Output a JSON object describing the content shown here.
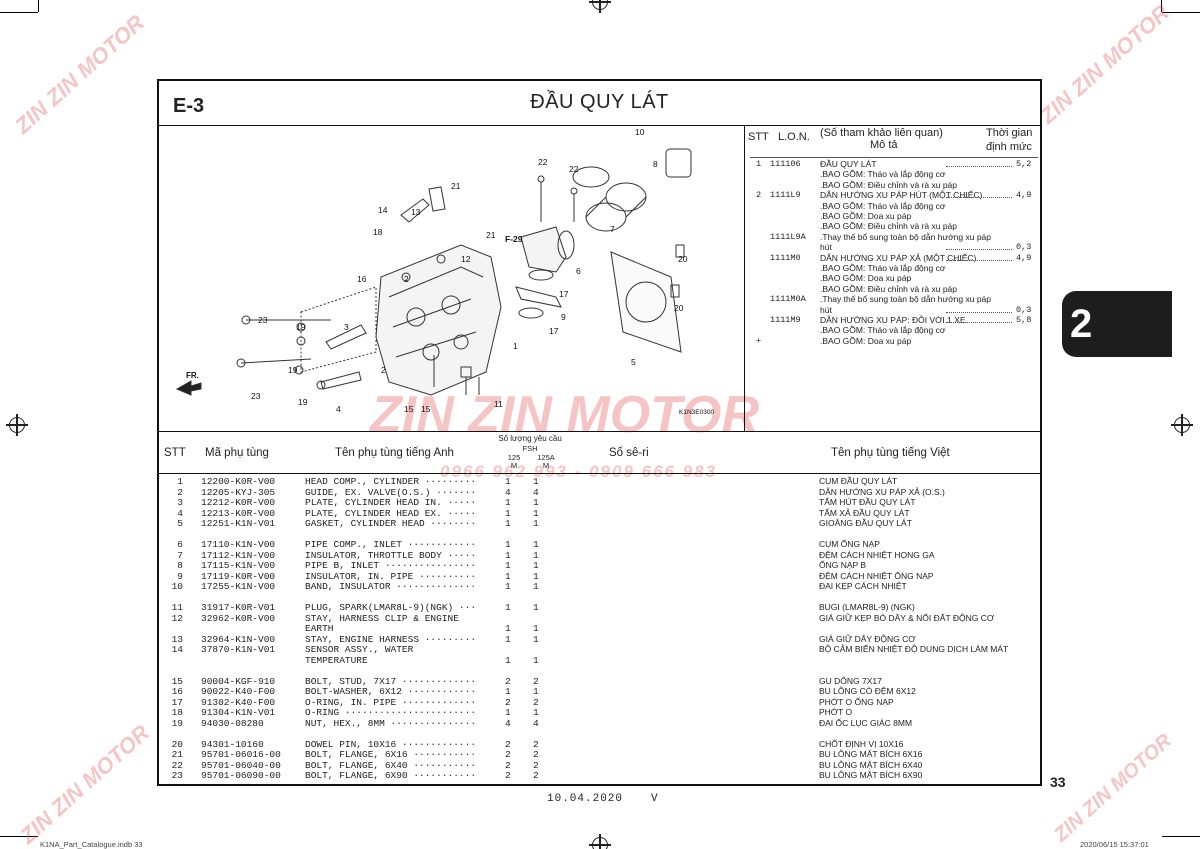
{
  "header": {
    "code": "E-3",
    "title": "ĐẦU QUY LÁT"
  },
  "tab_number": "2",
  "page_number": "33",
  "diagram": {
    "callouts": [
      "1",
      "2",
      "3",
      "4",
      "5",
      "6",
      "7",
      "8",
      "10",
      "11",
      "12",
      "13",
      "14",
      "15",
      "16",
      "17",
      "17",
      "18",
      "19",
      "19",
      "19",
      "20",
      "20",
      "21",
      "21",
      "22",
      "22",
      "23",
      "23",
      "F-29"
    ],
    "fr_label": "FR.",
    "image_code": "K1N3E0300"
  },
  "reference": {
    "headers": {
      "stt": "STT",
      "lon": "L.O.N.",
      "desc_line1": "(Số tham khảo liên quan)",
      "desc_line2": "Mô tả",
      "time_line1": "Thời gian",
      "time_line2": "định mức"
    },
    "rows": [
      {
        "stt": "1",
        "code": "111106",
        "desc": "ĐẦU QUY LÁT",
        "leader": true,
        "time": "5,2"
      },
      {
        "stt": "",
        "code": "",
        "desc": ".BAO GỒM: Tháo và lắp động cơ",
        "leader": false,
        "time": ""
      },
      {
        "stt": "",
        "code": "",
        "desc": ".BAO GỒM: Điều chỉnh và rà xu páp",
        "leader": false,
        "time": ""
      },
      {
        "stt": "2",
        "code": "1111L9",
        "desc": "DẪN HƯỚNG XU PÁP HÚT (MỘT CHIẾC)",
        "leader": true,
        "time": "4,9"
      },
      {
        "stt": "",
        "code": "",
        "desc": ".BAO GỒM: Tháo và lắp động cơ",
        "leader": false,
        "time": ""
      },
      {
        "stt": "",
        "code": "",
        "desc": ".BAO GỒM: Doa xu páp",
        "leader": false,
        "time": ""
      },
      {
        "stt": "",
        "code": "",
        "desc": ".BAO GỒM: Điều chỉnh và rà xu páp",
        "leader": false,
        "time": ""
      },
      {
        "stt": "",
        "code": "1111L9A",
        "desc": ".Thay thế bổ sung toàn bộ dẫn hướng xu páp",
        "leader": false,
        "time": ""
      },
      {
        "stt": "",
        "code": "",
        "desc": "hút",
        "leader": true,
        "time": "0,3"
      },
      {
        "stt": "",
        "code": "1111M0",
        "desc": "DẪN HƯỚNG XU PÁP XẢ (MỘT CHIẾC)",
        "leader": true,
        "time": "4,9"
      },
      {
        "stt": "",
        "code": "",
        "desc": ".BAO GỒM: Tháo và lắp động cơ",
        "leader": false,
        "time": ""
      },
      {
        "stt": "",
        "code": "",
        "desc": ".BAO GỒM: Doa xu páp",
        "leader": false,
        "time": ""
      },
      {
        "stt": "",
        "code": "",
        "desc": ".BAO GỒM: Điều chỉnh và rà xu páp",
        "leader": false,
        "time": ""
      },
      {
        "stt": "",
        "code": "1111M0A",
        "desc": ".Thay thế bổ sung toàn bộ dẫn hướng xu páp",
        "leader": false,
        "time": ""
      },
      {
        "stt": "",
        "code": "",
        "desc": "hút",
        "leader": true,
        "time": "0,3"
      },
      {
        "stt": "",
        "code": "1111M9",
        "desc": "DẪN HƯỚNG XU PÁP: ĐÔI VỚI 1 XE",
        "leader": true,
        "time": "5,8"
      },
      {
        "stt": "",
        "code": "",
        "desc": ".BAO GỒM: Tháo và lắp động cơ",
        "leader": false,
        "time": ""
      },
      {
        "stt": "+",
        "code": "",
        "desc": ".BAO GỒM: Doa xu páp",
        "leader": false,
        "time": ""
      }
    ]
  },
  "parts_table": {
    "headers": {
      "stt": "STT",
      "part_no": "Mã phụ tùng",
      "name_en": "Tên phụ tùng tiếng Anh",
      "qty_title": "Số lượng yêu cầu",
      "qty_model": "FSH",
      "qty_col1": "125",
      "qty_col1_sub": "M",
      "qty_col2": "125A",
      "qty_col2_sub": "M",
      "serial": "Số sê-ri",
      "name_vn": "Tên phụ tùng tiếng Việt"
    },
    "rows": [
      {
        "stt": "1",
        "part": "12200-K0R-V00",
        "en": "HEAD COMP., CYLINDER ·········",
        "q1": "1",
        "q2": "1",
        "vn": "CỤM ĐẦU QUY LÁT"
      },
      {
        "stt": "2",
        "part": "12205-KYJ-305",
        "en": "GUIDE, EX. VALVE(O.S.) ·······",
        "q1": "4",
        "q2": "4",
        "vn": "DẪN HƯỚNG XU PÁP XẢ (O.S.)"
      },
      {
        "stt": "3",
        "part": "12212-K0R-V00",
        "en": "PLATE, CYLINDER HEAD IN. ·····",
        "q1": "1",
        "q2": "1",
        "vn": "TẤM HÚT ĐẦU QUY LÁT"
      },
      {
        "stt": "4",
        "part": "12213-K0R-V00",
        "en": "PLATE, CYLINDER HEAD EX. ·····",
        "q1": "1",
        "q2": "1",
        "vn": "TẤM XẢ ĐẦU QUY LÁT"
      },
      {
        "stt": "5",
        "part": "12251-K1N-V01",
        "en": "GASKET, CYLINDER HEAD ········",
        "q1": "1",
        "q2": "1",
        "vn": "GIOĂNG ĐẦU QUY LÁT"
      },
      {
        "stt": "6",
        "part": "17110-K1N-V00",
        "en": "PIPE COMP., INLET ············",
        "q1": "1",
        "q2": "1",
        "vn": "CỤM ỐNG NẠP"
      },
      {
        "stt": "7",
        "part": "17112-K1N-V00",
        "en": "INSULATOR, THROTTLE BODY ·····",
        "q1": "1",
        "q2": "1",
        "vn": "ĐỆM CÁCH NHIỆT HỌNG GA"
      },
      {
        "stt": "8",
        "part": "17115-K1N-V00",
        "en": "PIPE B, INLET ················",
        "q1": "1",
        "q2": "1",
        "vn": "ỐNG NẠP B"
      },
      {
        "stt": "9",
        "part": "17119-K0R-V00",
        "en": "INSULATOR, IN. PIPE ··········",
        "q1": "1",
        "q2": "1",
        "vn": "ĐỆM CÁCH NHIỆT ỐNG NẠP"
      },
      {
        "stt": "10",
        "part": "17255-K1N-V00",
        "en": "BAND, INSULATOR ··············",
        "q1": "1",
        "q2": "1",
        "vn": "ĐAI KẸP CÁCH NHIỆT"
      },
      {
        "stt": "11",
        "part": "31917-K0R-V01",
        "en": "PLUG, SPARK(LMAR8L-9)(NGK) ···",
        "q1": "1",
        "q2": "1",
        "vn": "BUGI (LMAR8L-9) (NGK)"
      },
      {
        "stt": "12",
        "part": "32962-K0R-V00",
        "en": "STAY, HARNESS CLIP & ENGINE",
        "q1": "",
        "q2": "",
        "vn": "GIÁ GIỮ KẸP BÓ DÂY & NỐI ĐẤT ĐỘNG CƠ"
      },
      {
        "stt": "",
        "part": "",
        "en": "                        EARTH",
        "q1": "1",
        "q2": "1",
        "vn": ""
      },
      {
        "stt": "13",
        "part": "32964-K1N-V00",
        "en": "STAY, ENGINE HARNESS ·········",
        "q1": "1",
        "q2": "1",
        "vn": "GIÁ GIỮ DÂY ĐỘNG CƠ"
      },
      {
        "stt": "14",
        "part": "37870-K1N-V01",
        "en": "SENSOR ASSY., WATER",
        "q1": "",
        "q2": "",
        "vn": "BỘ CẢM BIẾN NHIỆT ĐỘ DUNG DỊCH LÀM MÁT"
      },
      {
        "stt": "",
        "part": "",
        "en": "                  TEMPERATURE",
        "q1": "1",
        "q2": "1",
        "vn": ""
      },
      {
        "stt": "15",
        "part": "90004-KGF-910",
        "en": "BOLT, STUD, 7X17 ·············",
        "q1": "2",
        "q2": "2",
        "vn": "GU DÔNG 7X17"
      },
      {
        "stt": "16",
        "part": "90022-K40-F00",
        "en": "BOLT-WASHER, 6X12 ············",
        "q1": "1",
        "q2": "1",
        "vn": "BU LÔNG CÓ ĐỆM 6X12"
      },
      {
        "stt": "17",
        "part": "91302-K40-F00",
        "en": "O-RING, IN. PIPE ·············",
        "q1": "2",
        "q2": "2",
        "vn": "PHỚT O ỐNG NẠP"
      },
      {
        "stt": "18",
        "part": "91304-K1N-V01",
        "en": "O-RING ·······················",
        "q1": "1",
        "q2": "1",
        "vn": "PHỚT O"
      },
      {
        "stt": "19",
        "part": "94030-08280",
        "en": "NUT, HEX., 8MM ···············",
        "q1": "4",
        "q2": "4",
        "vn": "ĐAI ỐC LỤC GIÁC 8MM"
      },
      {
        "stt": "20",
        "part": "94301-10160",
        "en": "DOWEL PIN, 10X16 ·············",
        "q1": "2",
        "q2": "2",
        "vn": "CHỐT ĐỊNH VỊ 10X16"
      },
      {
        "stt": "21",
        "part": "95701-06016-00",
        "en": "BOLT, FLANGE, 6X16 ···········",
        "q1": "2",
        "q2": "2",
        "vn": "BU LÔNG MẶT BÍCH 6X16"
      },
      {
        "stt": "22",
        "part": "95701-06040-00",
        "en": "BOLT, FLANGE, 6X40 ···········",
        "q1": "2",
        "q2": "2",
        "vn": "BU LÔNG MẶT BÍCH 6X40"
      },
      {
        "stt": "23",
        "part": "95701-06090-00",
        "en": "BOLT, FLANGE, 6X90 ···········",
        "q1": "2",
        "q2": "2",
        "vn": "BU LÔNG MẶT BÍCH 6X90"
      }
    ]
  },
  "footer": {
    "date": "10.04.2020",
    "version": "V",
    "slug_left": "K1NA_Part_Catalogue.indb   33",
    "slug_right": "2020/06/15   15:37:01"
  },
  "watermark": {
    "brand": "ZIN ZIN MOTOR",
    "phones": "0966 962 993 - 0909 666 983",
    "color": "#e05050"
  }
}
